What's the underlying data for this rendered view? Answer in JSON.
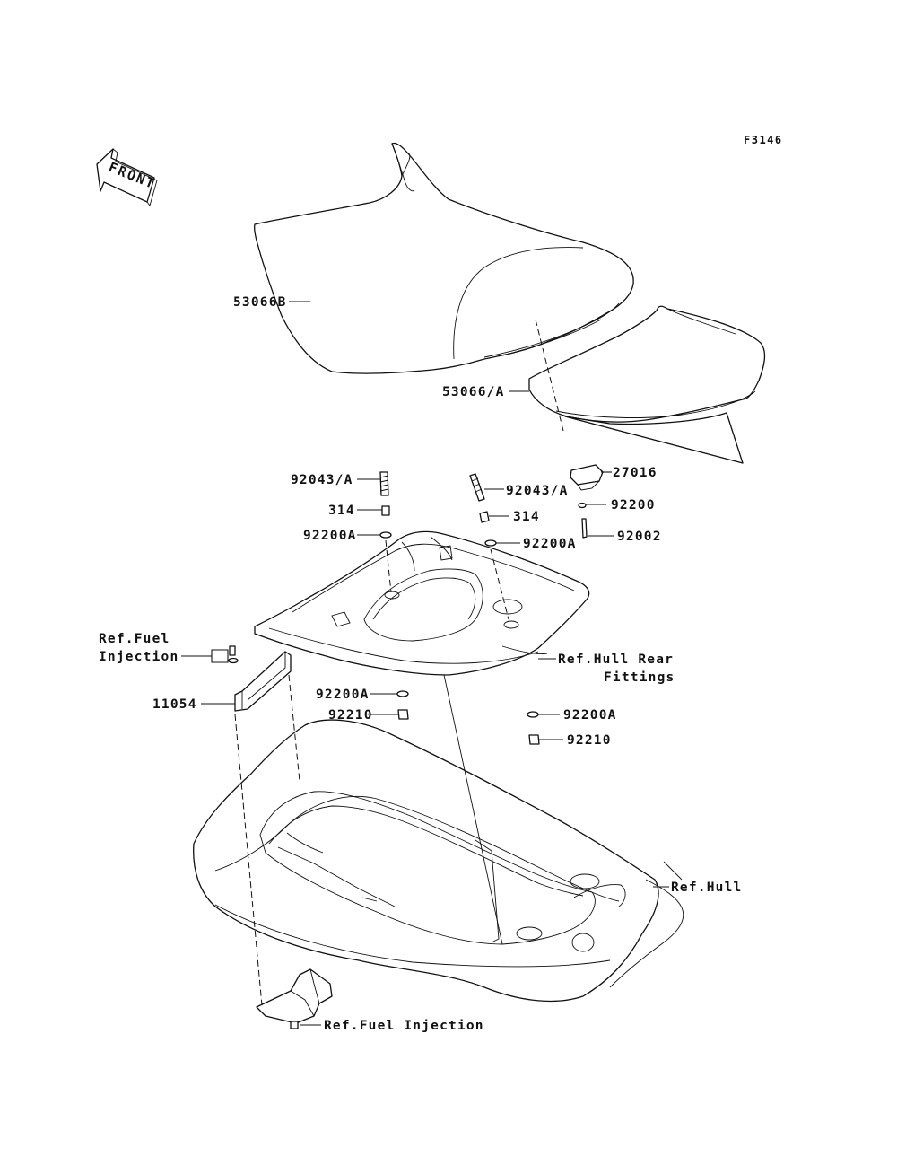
{
  "figure_code": "F3146",
  "front_arrow": {
    "text": "FRONT"
  },
  "labels": {
    "seat_front": "53066B",
    "seat_rear": "53066/A",
    "hook": "27016",
    "bolt_left": "92043/A",
    "bolt_right": "92043/A",
    "collar_left": "314",
    "collar_right": "314",
    "washer_left_top": "92200A",
    "washer_right_top": "92200A",
    "washer_hook": "92200",
    "screw_hook": "92002",
    "ref_fuel_top_line1": "Ref.Fuel",
    "ref_fuel_top_line2": "Injection",
    "bracket": "11054",
    "washer_left_bottom": "92200A",
    "nut_left_bottom": "92210",
    "ref_hull_rear_line1": "Ref.Hull Rear",
    "ref_hull_rear_line2": "Fittings",
    "washer_right_bottom": "92200A",
    "nut_right_bottom": "92210",
    "ref_hull": "Ref.Hull",
    "ref_fuel_bottom": "Ref.Fuel Injection"
  }
}
